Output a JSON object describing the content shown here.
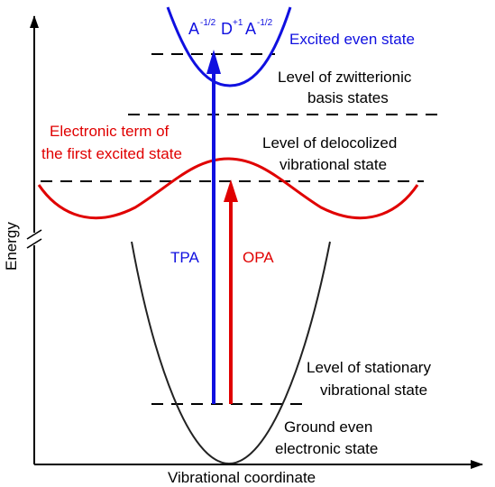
{
  "axes": {
    "y_label": "Energy",
    "x_label": "Vibrational coordinate"
  },
  "labels": {
    "excited_even_state": "Excited even state",
    "zwitterionic_line1": "Level of zwitterionic",
    "zwitterionic_line2": "basis states",
    "delocalized_line1": "Level of delocolized",
    "delocalized_line2": "vibrational state",
    "electronic_term_line1": "Electronic term of",
    "electronic_term_line2": "the first excited state",
    "stationary_line1": "Level of stationary",
    "stationary_line2": "vibrational state",
    "ground_line1": "Ground even",
    "ground_line2": "electronic state",
    "tpa": "TPA",
    "opa": "OPA"
  },
  "formula": {
    "a1": "A",
    "sup1": "-1/2",
    "d": "D",
    "sup2": "+1",
    "a2": "A",
    "sup3": "-1/2"
  },
  "colors": {
    "blue": "#1010e0",
    "red": "#e00000",
    "black": "#000000",
    "curve": "#222222"
  }
}
